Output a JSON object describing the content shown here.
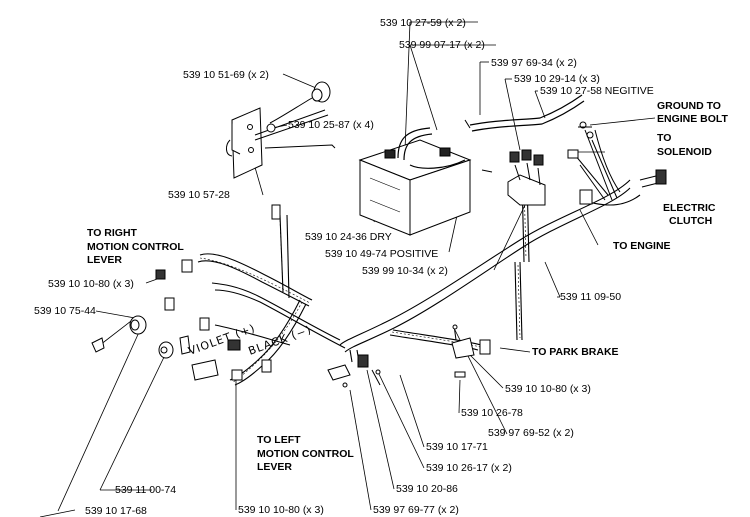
{
  "diagram": {
    "part_labels": {
      "p1": {
        "num": "539 10 27-59",
        "qty": "(x 2)"
      },
      "p2": {
        "num": "539 99 07-17",
        "qty": "(x 2)"
      },
      "p3": {
        "num": "539 97 69-34",
        "qty": "(x 2)"
      },
      "p4": {
        "num": "539 10 29-14",
        "qty": "(x 3)"
      },
      "p5": {
        "num": "539 10 27-58 NEGITIVE",
        "qty": ""
      },
      "p6": {
        "num": "539 10 51-69",
        "qty": "(x 2)"
      },
      "p7": {
        "num": "539 10 25-87",
        "qty": "(x 4)"
      },
      "p8": {
        "num": "539 10 57-28",
        "qty": ""
      },
      "p9": {
        "num": "539 10 24-36 DRY",
        "qty": ""
      },
      "p10": {
        "num": "539 10 49-74 POSITIVE",
        "qty": ""
      },
      "p11": {
        "num": "539 99 10-34",
        "qty": "(x 2)"
      },
      "p12": {
        "num": "539 10 10-80",
        "qty": "(x 3)"
      },
      "p13": {
        "num": "539 10 75-44",
        "qty": ""
      },
      "p14": {
        "num": "539 11 09-50",
        "qty": ""
      },
      "p15": {
        "num": "539 10 10-80",
        "qty": "(x 3)"
      },
      "p16": {
        "num": "539 10 26-78",
        "qty": ""
      },
      "p17": {
        "num": "539 97 69-52",
        "qty": "(x 2)"
      },
      "p18": {
        "num": "539 10 17-71",
        "qty": ""
      },
      "p19": {
        "num": "539 10 26-17",
        "qty": "(x 2)"
      },
      "p20": {
        "num": "539 10 20-86",
        "qty": ""
      },
      "p21": {
        "num": "539 11 00-74",
        "qty": ""
      },
      "p22": {
        "num": "539 10 10-80",
        "qty": "(x 3)"
      },
      "p23": {
        "num": "539 97 69-77",
        "qty": "(x 2)"
      },
      "p24": {
        "num": "539 10 17-68",
        "qty": ""
      }
    },
    "callouts": {
      "ground_1": "GROUND TO",
      "ground_2": "ENGINE BOLT",
      "solenoid_1": "TO",
      "solenoid_2": "SOLENOID",
      "clutch_1": "ELECTRIC",
      "clutch_2": "CLUTCH",
      "engine": "TO ENGINE",
      "right_1": "TO RIGHT",
      "right_2": "MOTION CONTROL",
      "right_3": "LEVER",
      "park": "TO PARK BRAKE",
      "left_1": "TO LEFT",
      "left_2": "MOTION CONTROL",
      "left_3": "LEVER"
    },
    "wire_markings": {
      "violet": "VIOLET (+)",
      "black": "BLACK (−)"
    }
  }
}
